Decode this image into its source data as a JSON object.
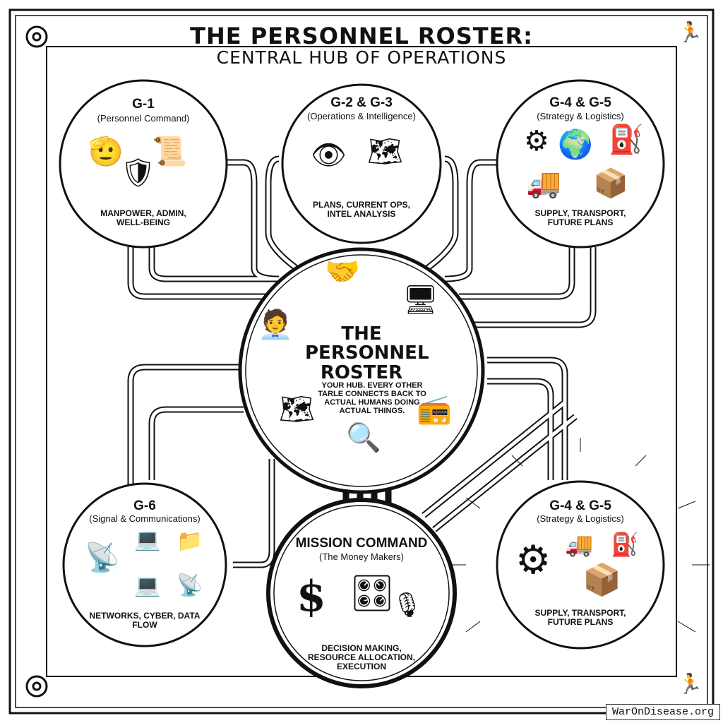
{
  "title": {
    "line1": "THE PERSONNEL ROSTER:",
    "line2": "CENTRAL HUB OF OPERATIONS"
  },
  "hub": {
    "title_lines": [
      "THE",
      "PERSONNEL",
      "ROSTER"
    ],
    "description": "YOUR HUB. EVERY OTHER TARLE CONNECTS BACK TO ACTUAL HUMANS DOING ACTUAL THINGS."
  },
  "nodes": [
    {
      "heading": "G-1",
      "subtitle": "(Personnel Command)",
      "caption": "MANPOWER, ADMIN, WELL-BEING",
      "icons": [
        "saluting-officer-icon",
        "shield-icon",
        "scroll-certificate-icon"
      ]
    },
    {
      "heading": "G-2 & G-3",
      "subtitle": "(Operations & Intelligence)",
      "caption": "PLANS, CURRENT OPS, INTEL ANALYSIS",
      "icons": [
        "eye-compass-icon",
        "map-brain-icon"
      ]
    },
    {
      "heading": "G-4 & G-5",
      "subtitle": "(Strategy & Logistics)",
      "caption": "SUPPLY, TRANSPORT, FUTURE PLANS",
      "icons": [
        "gear-icon",
        "globe-icon",
        "fuel-pump-icon",
        "truck-icon",
        "crates-icon"
      ]
    },
    {
      "heading": "G-6",
      "subtitle": "(Signal & Communications)",
      "caption": "NETWORKS, CYBER, DATA FLOW",
      "icons": [
        "radio-tower-icon",
        "laptop-icon",
        "folder-icon",
        "satellite-dish-icon"
      ]
    },
    {
      "heading": "MISSION COMMAND",
      "subtitle": "(The Money Makers)",
      "caption": "DECISION MAKING, RESOURCE ALLOCATION, EXECUTION",
      "icons": [
        "winged-dollar-icon",
        "control-console-icon",
        "microphone-icon"
      ]
    },
    {
      "heading": "G-4 & G-5",
      "subtitle": "(Strategy & Logistics)",
      "caption": "SUPPLY, TRANSPORT, FUTURE PLANS",
      "icons": [
        "gear-globe-icon",
        "truck-icon",
        "fuel-pump-icon",
        "crates-icon"
      ]
    }
  ],
  "watermark": "WarOnDisease.org"
}
